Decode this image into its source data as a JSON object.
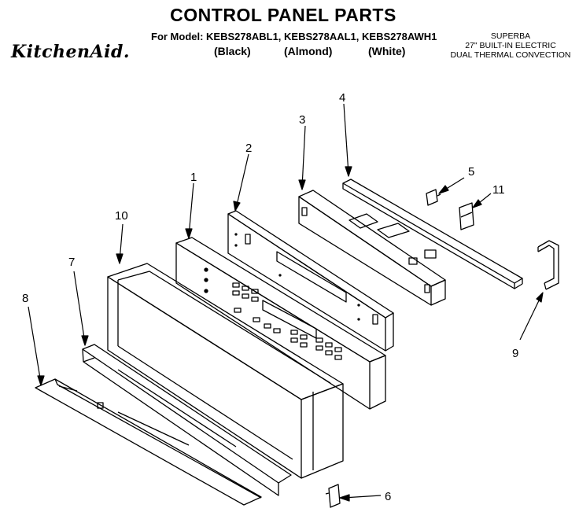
{
  "header": {
    "title": "CONTROL PANEL PARTS",
    "model_line": "For Model: KEBS278ABL1, KEBS278AAL1, KEBS278AWH1",
    "finishes": [
      "(Black)",
      "(Almond)",
      "(White)"
    ],
    "brand": "KitchenAid.",
    "spec_lines": [
      "SUPERBA",
      "27\" BUILT-IN ELECTRIC",
      "DUAL THERMAL CONVECTION"
    ]
  },
  "callouts": [
    "1",
    "2",
    "3",
    "4",
    "5",
    "6",
    "7",
    "8",
    "9",
    "10",
    "11"
  ]
}
